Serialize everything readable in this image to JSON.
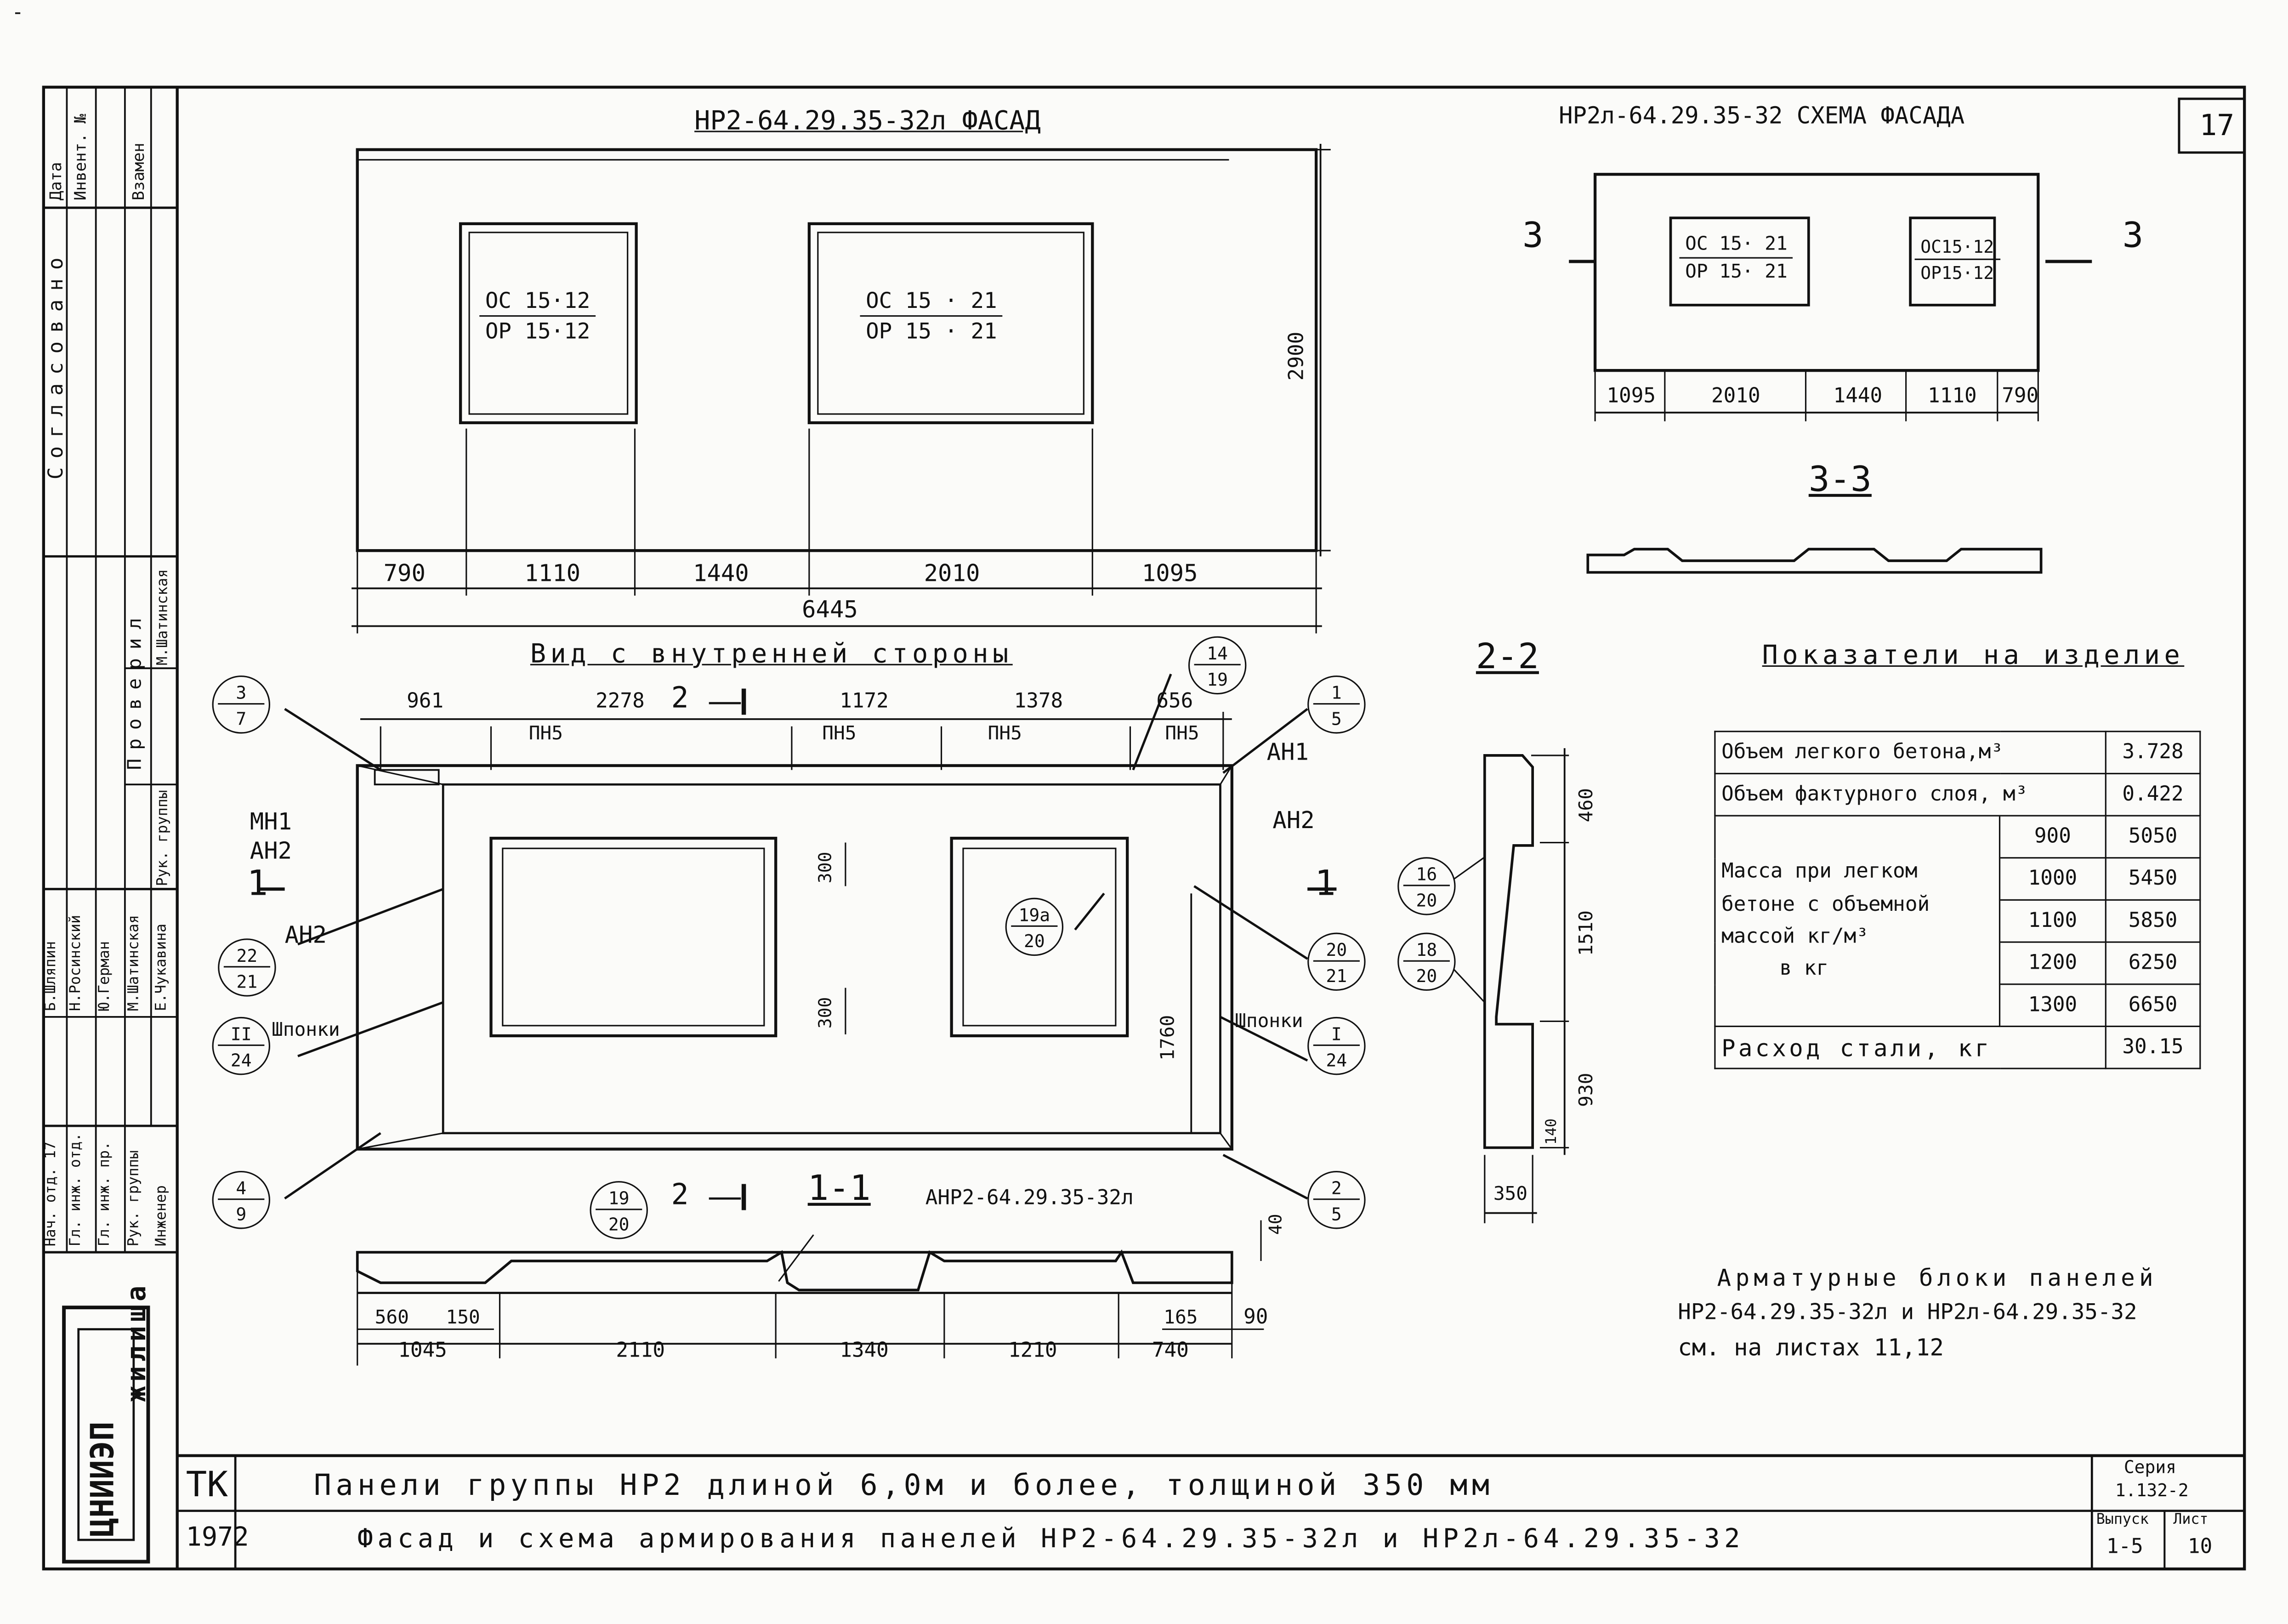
{
  "page_mark": "-",
  "sheet_number": "17",
  "side_stamp": {
    "columns": [
      "Дата",
      "Инвент. №",
      "Взамен"
    ],
    "approved_label": "Согласовано",
    "checked_label": "Проверил",
    "checker_name": "М.Шатинская",
    "checker_role": "Рук. группы",
    "names": [
      "Б.Шляпин",
      "Н.Росинский",
      "Ю.Герман",
      "М.Шатинская",
      "Е.Чукавина"
    ],
    "roles": [
      "Нач. отд. 17",
      "Гл. инж. отд.",
      "Гл. инж. пр.",
      "Рук. группы",
      "Инженер"
    ],
    "org_name": "ЦНИИЭП",
    "org_suffix": "жилища"
  },
  "facade": {
    "title": "НР2-64.29.35-32л ФАСАД",
    "window1": {
      "top": "ОС 15·12",
      "bottom": "ОР 15·12"
    },
    "window2": {
      "top": "ОС 15 · 21",
      "bottom": "ОР 15 · 21"
    },
    "dims": [
      "790",
      "1110",
      "1440",
      "2010",
      "1095"
    ],
    "total": "6445",
    "height": "2900"
  },
  "scheme": {
    "title": "НР2л-64.29.35-32  СХЕМА ФАСАДА",
    "window1": {
      "top": "ОС 15· 21",
      "bottom": "ОР 15· 21"
    },
    "window2": {
      "top": "ОС15·12",
      "bottom": "ОР15·12"
    },
    "dims": [
      "1095",
      "2010",
      "1440",
      "1110",
      "790"
    ],
    "cut_mark": "3",
    "section_title": "3-3"
  },
  "inner_view": {
    "title": "Вид с внутренней стороны",
    "dims_top": [
      "961",
      "2278",
      "1172",
      "1378",
      "656"
    ],
    "section_mark": "2",
    "pn_labels": [
      "ПН5",
      "ПН5",
      "ПН5",
      "ПН5"
    ],
    "labels": {
      "mn1": "МН1",
      "an2_left": "АН2",
      "an2_left_lower": "АН2",
      "an1": "АН1",
      "an2_right": "АН2",
      "shponki_left": "Шпонки",
      "shponki_right": "Шпонки",
      "cut1": "1"
    },
    "dims_window": [
      "300",
      "300"
    ],
    "dim_1760": "1760",
    "bubbles": [
      {
        "n": "3",
        "d": "7"
      },
      {
        "n": "14",
        "d": "19"
      },
      {
        "n": "1",
        "d": "5"
      },
      {
        "n": "22",
        "d": "21"
      },
      {
        "n": "19а",
        "d": "20"
      },
      {
        "n": "20",
        "d": "21"
      },
      {
        "n": "II",
        "d": "24"
      },
      {
        "n": "I",
        "d": "24"
      },
      {
        "n": "4",
        "d": "9"
      },
      {
        "n": "2",
        "d": "5"
      }
    ]
  },
  "section_1_1": {
    "title": "1-1",
    "mark": "2",
    "block_label": "АНР2-64.29.35-32л",
    "bubble": {
      "n": "19",
      "d": "20"
    },
    "dims_small": [
      "560",
      "150",
      "165",
      "90",
      "40"
    ],
    "dims_main": [
      "1045",
      "2110",
      "1340",
      "1210",
      "740"
    ]
  },
  "section_2_2": {
    "title": "2-2",
    "dims": [
      "460",
      "1510",
      "930",
      "140",
      "350"
    ],
    "bubbles": [
      {
        "n": "16",
        "d": "20"
      },
      {
        "n": "18",
        "d": "20"
      }
    ]
  },
  "metrics": {
    "title": "Показатели на изделие",
    "light_concrete_label": "Объем легкого бетона,м³",
    "light_concrete_value": "3.728",
    "facing_label": "Объем фактурного слоя, м³",
    "facing_value": "0.422",
    "mass_label_lines": [
      "Масса при легком",
      "бетоне с объемной",
      "массой  кг/м³",
      "в кг"
    ],
    "mass_rows": [
      {
        "density": "900",
        "mass": "5050"
      },
      {
        "density": "1000",
        "mass": "5450"
      },
      {
        "density": "1100",
        "mass": "5850"
      },
      {
        "density": "1200",
        "mass": "6250"
      },
      {
        "density": "1300",
        "mass": "6650"
      }
    ],
    "steel_label": "Расход стали, кг",
    "steel_value": "30.15"
  },
  "note_lines": [
    "Арматурные блоки панелей",
    "НР2-64.29.35-32л и НР2л-64.29.35-32",
    "см. на листах 11,12"
  ],
  "title_block": {
    "code": "ТК",
    "year": "1972",
    "line1": "Панели группы НР2 длиной 6,0м и более, толщиной  350 мм",
    "line2": "Фасад и схема армирования панелей НР2-64.29.35-32л и НР2л-64.29.35-32",
    "series_label": "Серия",
    "series_value": "1.132-2",
    "issue_label": "Выпуск",
    "issue_value": "1-5",
    "sheet_label": "Лист",
    "sheet_value": "10"
  },
  "colors": {
    "ink": "#111111",
    "paper": "#fbfbf9"
  }
}
